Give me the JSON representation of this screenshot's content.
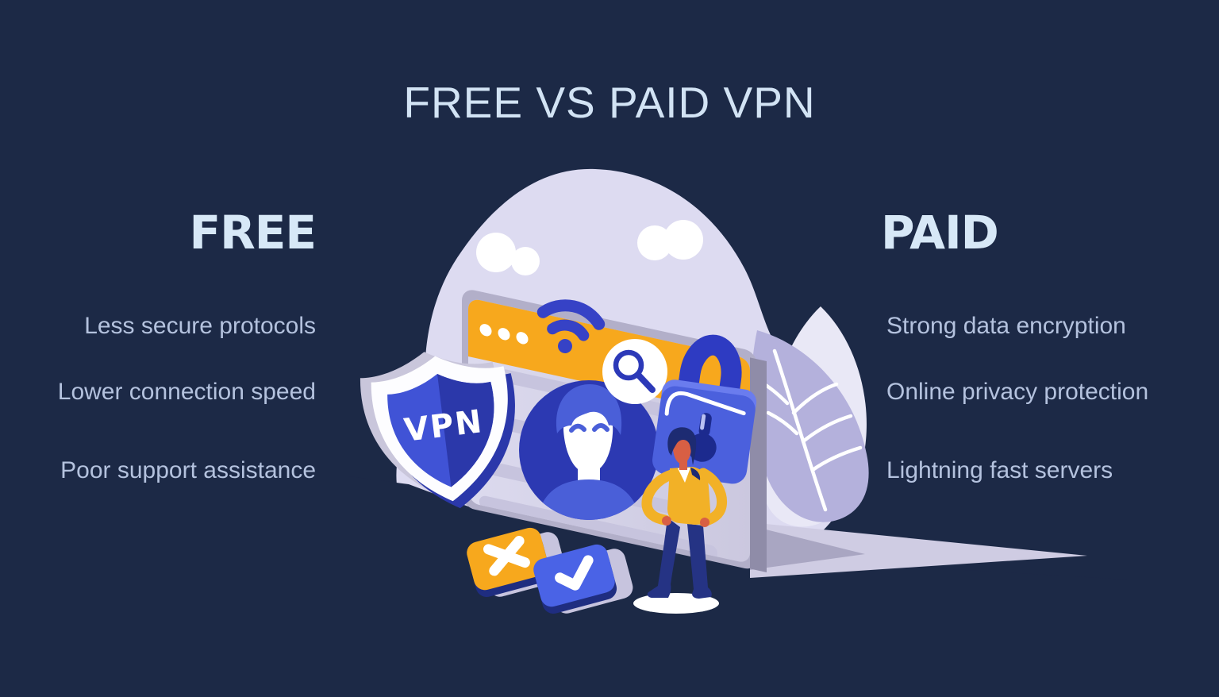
{
  "title": "FREE VS PAID VPN",
  "columns": {
    "free": {
      "heading": "FREE",
      "items": [
        "Less secure protocols",
        "Lower connection speed",
        "Poor support assistance"
      ]
    },
    "paid": {
      "heading": "PAID",
      "items": [
        "Strong data encryption",
        "Online privacy protection",
        "Lightning fast servers"
      ]
    }
  },
  "illustration": {
    "shield_label": "VPN",
    "icons": [
      "vpn-shield-icon",
      "browser-window",
      "wifi-icon",
      "search-icon",
      "padlock-icon",
      "user-avatar-icon",
      "dismiss-x-icon",
      "confirm-check-icon",
      "leaf-decoration",
      "cloud-decoration",
      "person-figure"
    ],
    "colors": {
      "background": "#1c2946",
      "title_text": "#d2e3f4",
      "heading_text": "#d7e8f7",
      "item_text": "#b4c2de",
      "blob": "#dddbf1",
      "accent_orange": "#f7a81d",
      "accent_blue": "#4b60dd",
      "dark_blue": "#2c39b2",
      "window_face": "#d8d6ea",
      "lavender": "#c7c4de"
    }
  }
}
